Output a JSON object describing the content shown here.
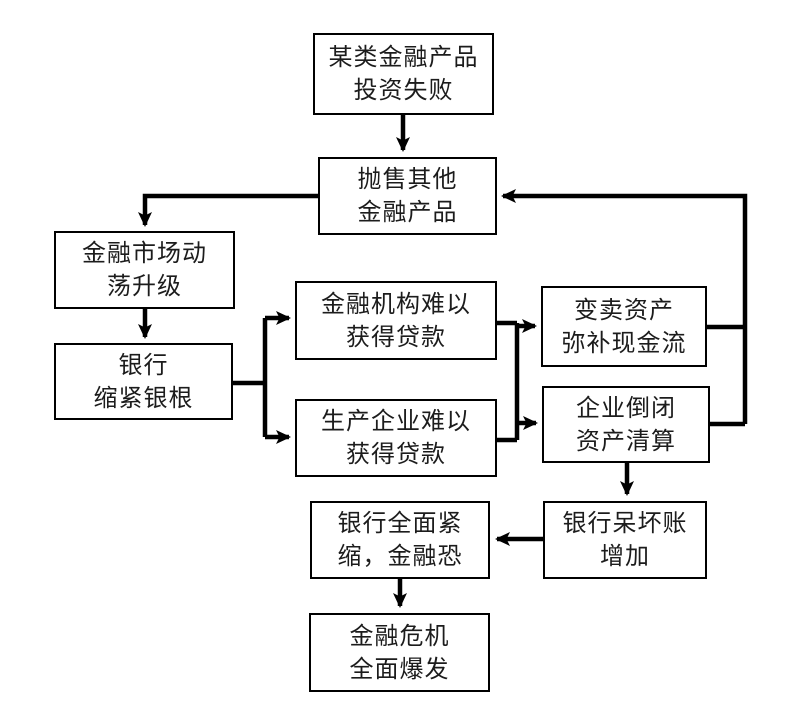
{
  "diagram": {
    "background_color": "#ffffff",
    "box_fill_color": "#ffffff",
    "box_border_color": "#000000",
    "arrow_color": "#000000",
    "text_color": "#1c1c1c",
    "nodes": [
      {
        "id": "investment-failure",
        "line1": "某类金融产品",
        "line2": "投资失败"
      },
      {
        "id": "selloff-other-products",
        "line1": "抛售其他",
        "line2": "金融产品"
      },
      {
        "id": "market-turbulence-escalates",
        "line1": "金融市场动",
        "line2": "荡升级"
      },
      {
        "id": "bank-tighten-credit",
        "line1": "银行",
        "line2": "缩紧银根"
      },
      {
        "id": "institutions-loan-difficulty",
        "line1": "金融机构难以",
        "line2": "获得贷款"
      },
      {
        "id": "producers-loan-difficulty",
        "line1": "生产企业难以",
        "line2": "获得贷款"
      },
      {
        "id": "sell-assets-cashflow",
        "line1": "变卖资产",
        "line2": "弥补现金流"
      },
      {
        "id": "enterprise-bankruptcy",
        "line1": "企业倒闭",
        "line2": "资产清算"
      },
      {
        "id": "bank-bad-debts-increase",
        "line1": "银行呆坏账",
        "line2": "增加"
      },
      {
        "id": "bank-full-tightening-panic",
        "line1": "银行全面紧",
        "line2": "缩，金融恐"
      },
      {
        "id": "crisis-full-outbreak",
        "line1": "金融危机",
        "line2": "全面爆发"
      }
    ],
    "edges": [
      {
        "from": "investment-failure",
        "to": "selloff-other-products"
      },
      {
        "from": "selloff-other-products",
        "to": "market-turbulence-escalates"
      },
      {
        "from": "market-turbulence-escalates",
        "to": "bank-tighten-credit"
      },
      {
        "from": "bank-tighten-credit",
        "to": "institutions-loan-difficulty"
      },
      {
        "from": "bank-tighten-credit",
        "to": "producers-loan-difficulty"
      },
      {
        "from": "institutions-loan-difficulty",
        "to": "sell-assets-cashflow"
      },
      {
        "from": "institutions-loan-difficulty",
        "to": "enterprise-bankruptcy"
      },
      {
        "from": "producers-loan-difficulty",
        "to": "sell-assets-cashflow"
      },
      {
        "from": "producers-loan-difficulty",
        "to": "enterprise-bankruptcy"
      },
      {
        "from": "sell-assets-cashflow",
        "to": "selloff-other-products"
      },
      {
        "from": "enterprise-bankruptcy",
        "to": "selloff-other-products"
      },
      {
        "from": "enterprise-bankruptcy",
        "to": "bank-bad-debts-increase"
      },
      {
        "from": "bank-bad-debts-increase",
        "to": "bank-full-tightening-panic"
      },
      {
        "from": "bank-full-tightening-panic",
        "to": "crisis-full-outbreak"
      }
    ]
  }
}
